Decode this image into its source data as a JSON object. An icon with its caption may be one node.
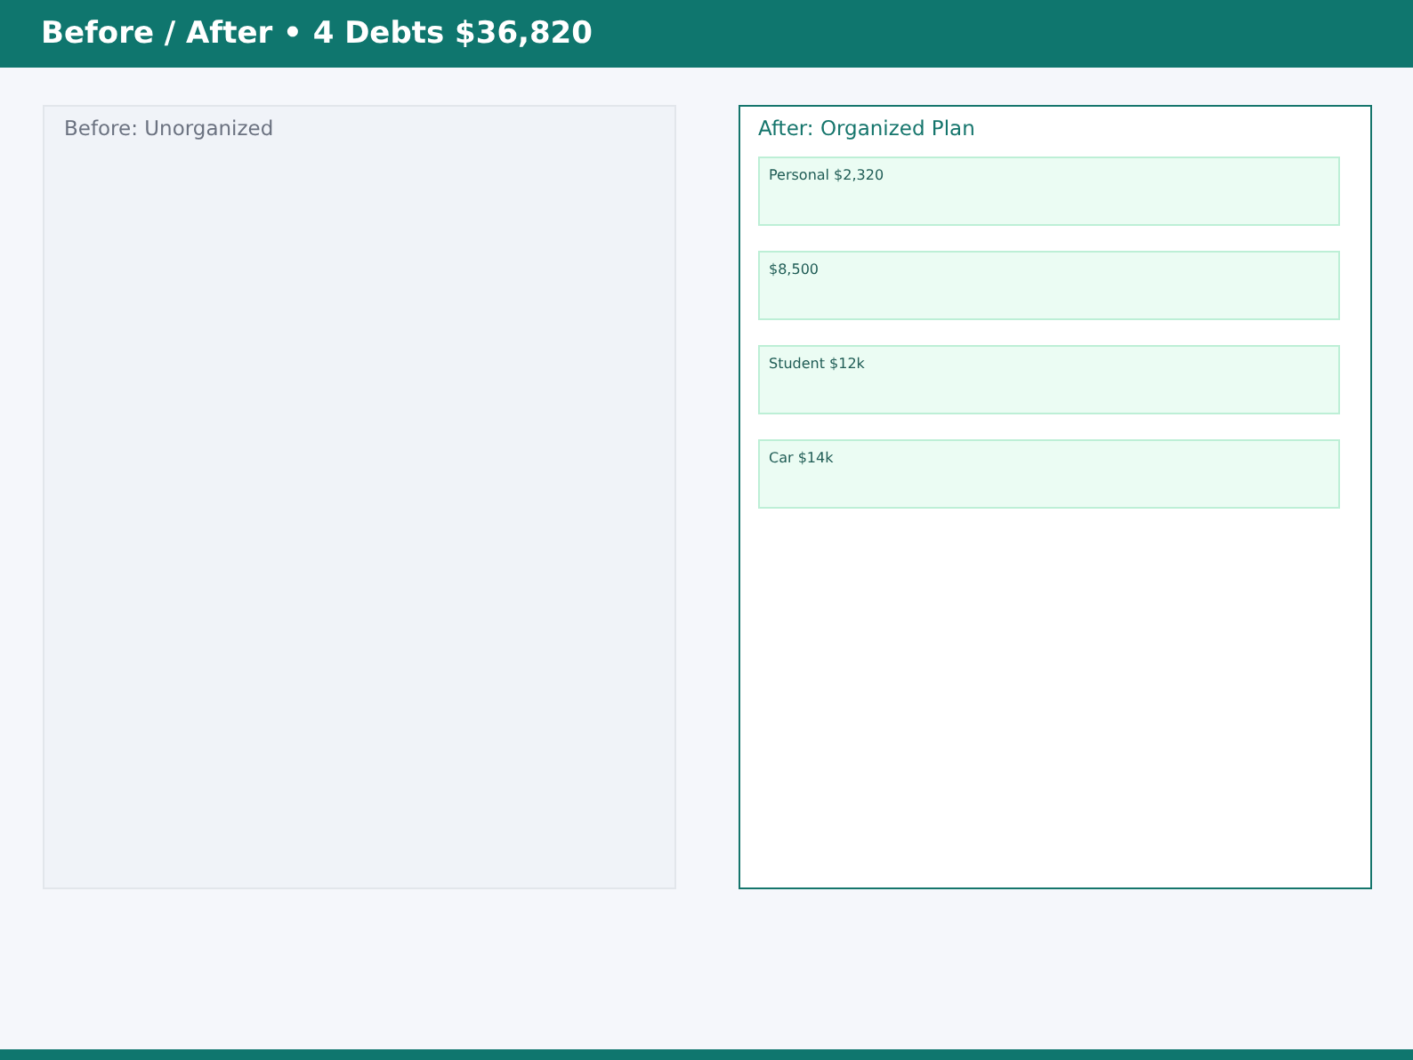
{
  "diagram": {
    "title": "Before / After • 4 Debts $36,820",
    "nodes": [
      {
        "text": [
          "Before: Unorganized"
        ]
      },
      {
        "text": [
          "After: Organized Plan"
        ]
      },
      {
        "text": [
          "Personal $2,320"
        ],
        "in": 1
      },
      {
        "text": [
          "$8,500"
        ],
        "in": 1
      },
      {
        "text": [
          "Student $12k"
        ],
        "in": 1
      },
      {
        "text": [
          "Car $14k"
        ],
        "in": 1
      }
    ]
  }
}
